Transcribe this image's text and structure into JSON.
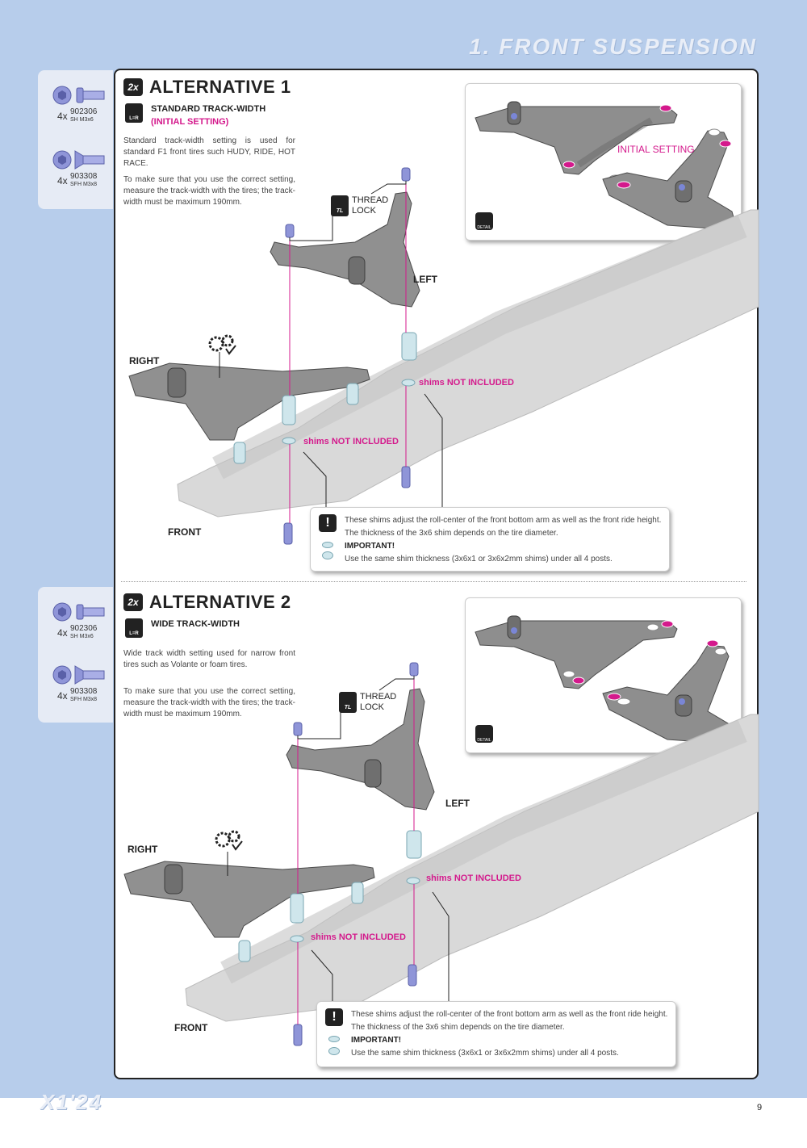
{
  "header": {
    "title": "1. FRONT SUSPENSION"
  },
  "parts": [
    {
      "qty": "4x",
      "number": "902306",
      "desc": "SH M3x6"
    },
    {
      "qty": "4x",
      "number": "903308",
      "desc": "SFH M3x8"
    }
  ],
  "alt1": {
    "badge": "2x",
    "title": "ALTERNATIVE 1",
    "lr": "L=R",
    "setting": "STANDARD TRACK-WIDTH",
    "setting_sub": "(INITIAL SETTING)",
    "desc1": "Standard track-width setting is used for standard F1 front tires such HUDY, RIDE, HOT RACE.",
    "desc2": "To make sure that you use the correct setting, measure the track-width with the tires; the track-width must be maximum 190mm.",
    "detail_note": "INITIAL SETTING",
    "detail_icon": "DETAIL",
    "thread_lock": [
      "THREAD",
      "LOCK"
    ],
    "tl_icon": "TL",
    "left": "LEFT",
    "right": "RIGHT",
    "front": "FRONT",
    "shims_a": "shims NOT INCLUDED",
    "shims_b": "shims NOT INCLUDED",
    "note": {
      "warn": "!",
      "line1": "These shims adjust the roll-center of the front bottom arm as well as the front ride height. The thickness of the 3x6 shim depends on the tire diameter.",
      "important": "IMPORTANT!",
      "line2": "Use the same shim thickness (3x6x1 or 3x6x2mm shims) under all 4 posts."
    }
  },
  "alt2": {
    "badge": "2x",
    "title": "ALTERNATIVE 2",
    "lr": "L=R",
    "setting": "WIDE TRACK-WIDTH",
    "desc1": "Wide track width setting used for narrow front tires such as Volante or foam tires.",
    "desc2": "To make sure that you use the correct setting, measure the track-width with the tires; the track-width must be maximum 190mm.",
    "detail_icon": "DETAIL",
    "thread_lock": [
      "THREAD",
      "LOCK"
    ],
    "tl_icon": "TL",
    "left": "LEFT",
    "right": "RIGHT",
    "front": "FRONT",
    "shims_a": "shims NOT INCLUDED",
    "shims_b": "shims NOT INCLUDED",
    "note": {
      "warn": "!",
      "line1": "These shims adjust the roll-center of the front bottom arm as well as the front ride height. The thickness of the 3x6 shim depends on the tire diameter.",
      "important": "IMPORTANT!",
      "line2": "Use the same shim thickness (3x6x1 or 3x6x2mm shims) under all 4 posts."
    }
  },
  "footer": {
    "logo": "X1'24",
    "page": "9"
  },
  "colors": {
    "accent": "#d4198c",
    "band": "#b7cdeb",
    "screw": "#8f95d8"
  }
}
